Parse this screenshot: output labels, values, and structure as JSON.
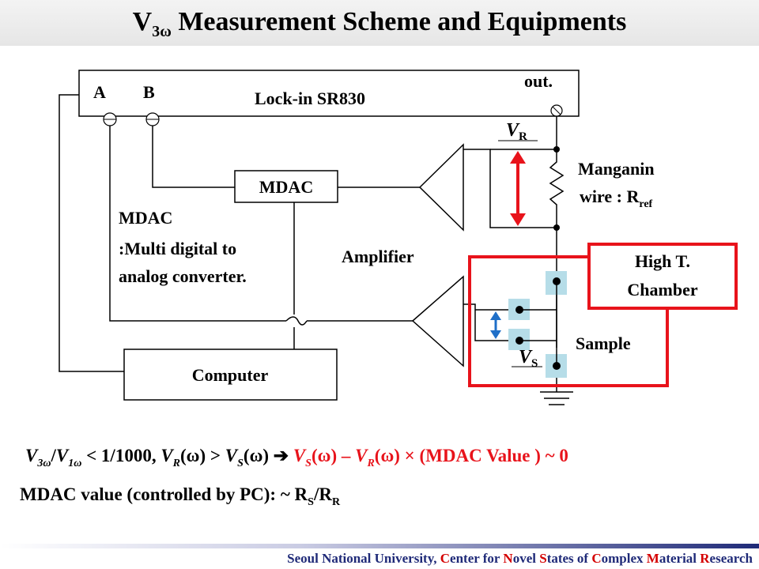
{
  "title": {
    "main": "V",
    "sub": "3ω",
    "rest": " Measurement Scheme and Equipments"
  },
  "lockin": {
    "label": "Lock-in SR830",
    "port_a": "A",
    "port_b": "B",
    "port_out": "out."
  },
  "mdac_box": "MDAC",
  "mdac_note": {
    "line1": "MDAC",
    "line2": ":Multi digital to",
    "line3": "analog converter."
  },
  "amplifier": "Amplifier",
  "computer": "Computer",
  "manganin": {
    "line1": "Manganin",
    "line2": "wire : R",
    "sub": "ref"
  },
  "vr": {
    "v": "V",
    "sub": "R"
  },
  "vs": {
    "v": "V",
    "sub": "S"
  },
  "chamber": {
    "line1": "High T.",
    "line2": "Chamber"
  },
  "sample": "Sample",
  "eq1": {
    "black": [
      {
        "t": "V",
        "it": true
      },
      {
        "t": "3ω",
        "sub": true,
        "it": true
      },
      {
        "t": "/"
      },
      {
        "t": "V",
        "it": true
      },
      {
        "t": "1ω",
        "sub": true,
        "it": true
      },
      {
        "t": " < 1/1000, "
      },
      {
        "t": "V",
        "it": true
      },
      {
        "t": "R",
        "sub": true,
        "it": true
      },
      {
        "t": "(ω) > "
      },
      {
        "t": "V",
        "it": true
      },
      {
        "t": "S",
        "sub": true,
        "it": true
      },
      {
        "t": "(ω)"
      }
    ],
    "arrow": "➔",
    "red": [
      {
        "t": "V",
        "it": true
      },
      {
        "t": "S",
        "sub": true,
        "it": true
      },
      {
        "t": "(ω) – "
      },
      {
        "t": "V",
        "it": true
      },
      {
        "t": "R",
        "sub": true,
        "it": true
      },
      {
        "t": "(ω) × (MDAC Value )  ~ 0"
      }
    ]
  },
  "eq2": [
    {
      "t": "MDAC value (controlled by PC): ~ R"
    },
    {
      "t": "S",
      "sub": true
    },
    {
      "t": "/R"
    },
    {
      "t": "R",
      "sub": true
    }
  ],
  "footer": [
    {
      "t": "Seoul National University, "
    },
    {
      "t": "C",
      "r": true
    },
    {
      "t": "enter for "
    },
    {
      "t": "N",
      "r": true
    },
    {
      "t": "ovel "
    },
    {
      "t": "S",
      "r": true
    },
    {
      "t": "tates of "
    },
    {
      "t": "C",
      "r": true
    },
    {
      "t": "omplex "
    },
    {
      "t": "M",
      "r": true
    },
    {
      "t": "aterial "
    },
    {
      "t": "R",
      "r": true
    },
    {
      "t": "esearch"
    }
  ],
  "colors": {
    "red": "#e8131b",
    "blue": "#1f6fc8",
    "navy": "#1f2a78",
    "cyan": "#b6dde8"
  }
}
